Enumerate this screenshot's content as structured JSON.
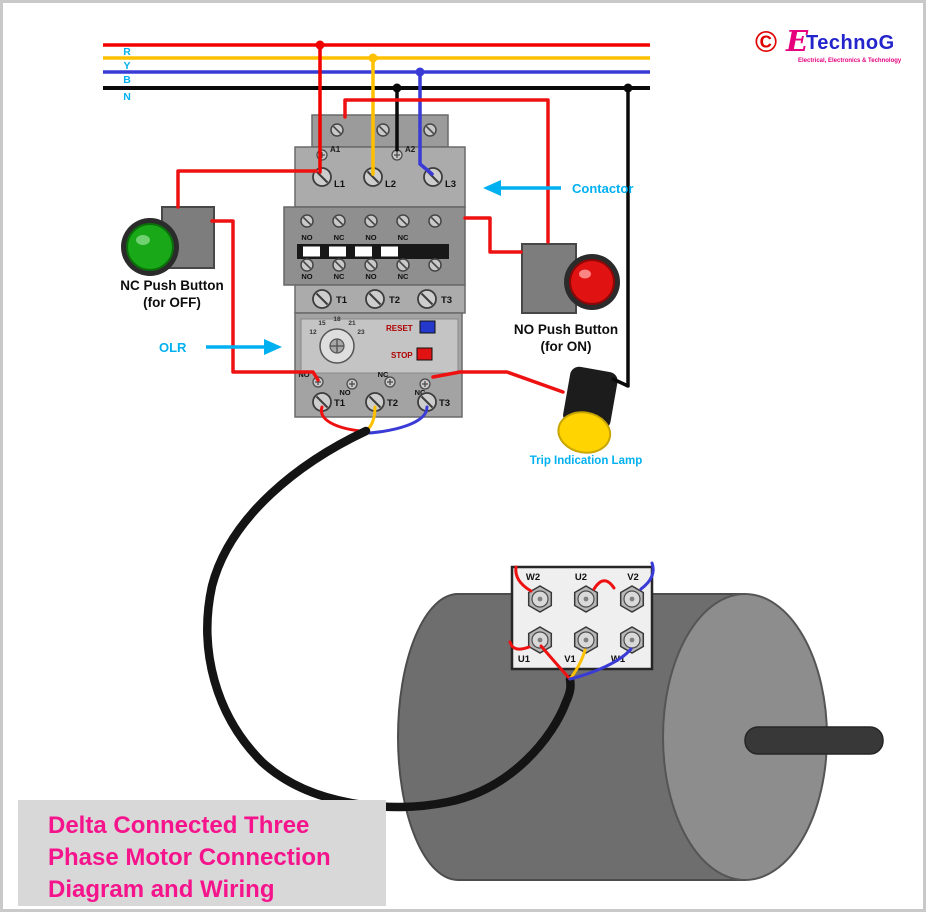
{
  "logo": {
    "copyright": "©",
    "brand_initial": "E",
    "brand_name": "TechnoG",
    "tagline": "Electrical, Electronics & Technology"
  },
  "title_block": {
    "lines": [
      "Delta Connected Three",
      "Phase Motor Connection",
      "Diagram and Wiring"
    ]
  },
  "supply": {
    "labels": [
      "R",
      "Y",
      "B",
      "N"
    ]
  },
  "contactor": {
    "label": "Contactor",
    "coil_terminals": [
      "A1",
      "A2"
    ],
    "line_terminals": [
      "L1",
      "L2",
      "L3"
    ],
    "aux_row1": [
      "NO",
      "NC",
      "NO",
      "NC"
    ],
    "aux_row2": [
      "NO",
      "NC",
      "NO",
      "NC"
    ],
    "load_terminals": [
      "T1",
      "T2",
      "T3"
    ]
  },
  "olr": {
    "label": "OLR",
    "dial_ticks": [
      "12",
      "15",
      "18",
      "21",
      "23"
    ],
    "reset_label": "RESET",
    "stop_label": "STOP",
    "aux_labels": [
      "NO",
      "NO",
      "NC",
      "NC"
    ],
    "load_terminals": [
      "T1",
      "T2",
      "T3"
    ]
  },
  "nc_push_button": {
    "title": "NC Push Button",
    "subtitle": "(for OFF)"
  },
  "no_push_button": {
    "title": "NO Push Button",
    "subtitle": "(for ON)"
  },
  "trip_lamp": {
    "label": "Trip Indication Lamp"
  },
  "motor": {
    "terminals_top": [
      "W2",
      "U2",
      "V2"
    ],
    "terminals_bottom": [
      "U1",
      "V1",
      "W1"
    ]
  },
  "colors": {
    "phase_r": "#f20000",
    "phase_y": "#ffc000",
    "phase_b": "#3a3ad6",
    "neutral": "#0a0a0a",
    "wire_red": "#ee1111",
    "annotation_cyan": "#00b0f0",
    "title_text": "#f5148c",
    "brand_blue": "#2424cc",
    "brand_magenta": "#e6007e"
  }
}
